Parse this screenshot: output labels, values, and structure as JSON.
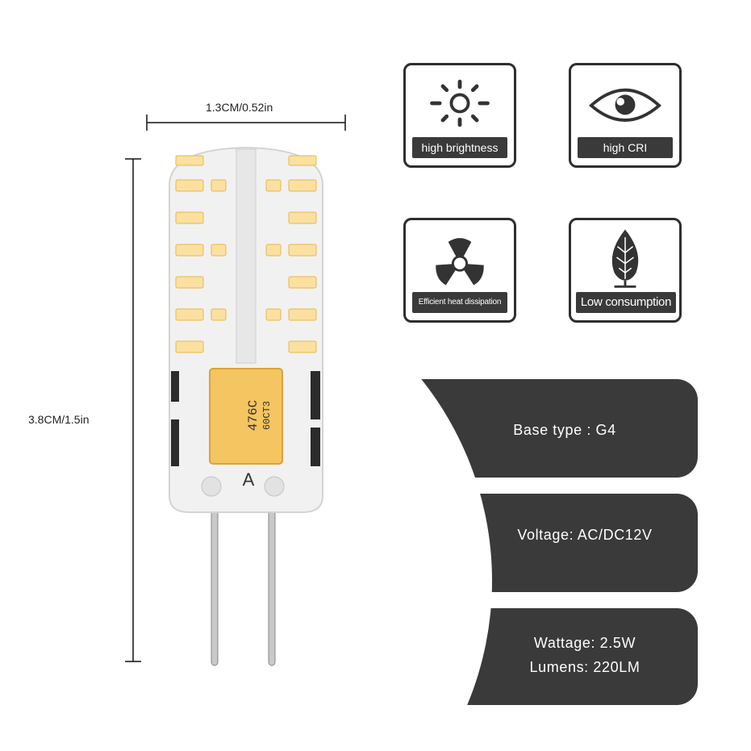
{
  "dimensions": {
    "width_label": "1.3CM/0.52in",
    "height_label": "3.8CM/1.5in"
  },
  "features": [
    {
      "label": "high brightness",
      "icon": "sun-icon"
    },
    {
      "label": "high CRI",
      "icon": "eye-icon"
    },
    {
      "label": "Efficient heat dissipation",
      "icon": "fan-icon"
    },
    {
      "label": "Low consumption",
      "icon": "leaf-icon"
    }
  ],
  "specs": {
    "base_type": "Base type : G4",
    "voltage": "Voltage: AC/DC12V",
    "wattage": "Wattage: 2.5W",
    "lumens": "Lumens: 220LM"
  },
  "bulb": {
    "capacitor_line1": "476C",
    "capacitor_line2": "60CT3",
    "board_mark": "A"
  },
  "colors": {
    "panel": "#3a3a3a",
    "led": "#fbe0a0"
  }
}
